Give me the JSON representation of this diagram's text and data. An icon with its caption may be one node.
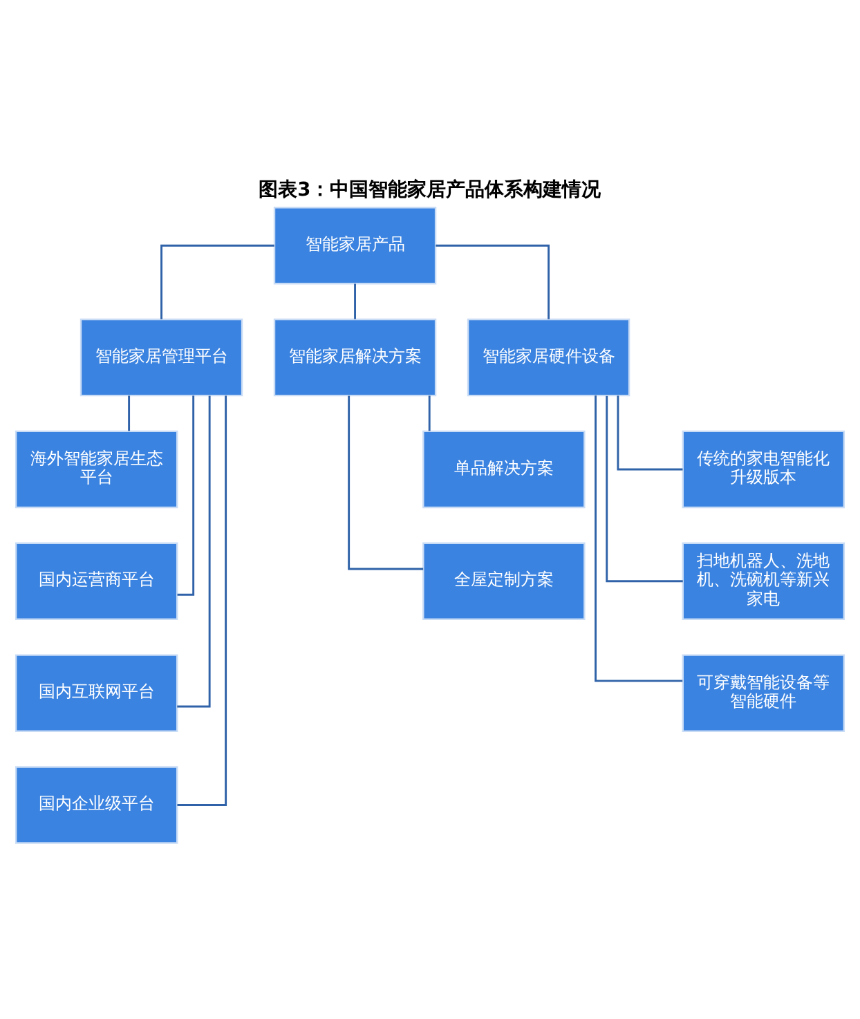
{
  "diagram": {
    "title": "图表3：中国智能家居产品体系构建情况",
    "nodes": [
      {
        "text": [
          "智能家居产品"
        ]
      },
      {
        "text": [
          "智能家居管理平台"
        ]
      },
      {
        "text": [
          "智能家居解决方案"
        ]
      },
      {
        "text": [
          "智能家居硬件设备"
        ]
      },
      {
        "text": [
          "海外智能家居生态平台"
        ]
      },
      {
        "text": [
          "国内运营商平台"
        ]
      },
      {
        "text": [
          "国内互联网平台"
        ]
      },
      {
        "text": [
          "国内企业级平台"
        ]
      },
      {
        "text": [
          "单品解决方案"
        ]
      },
      {
        "text": [
          "全屋定制方案"
        ]
      },
      {
        "text": [
          "传统的家电智能化升级版本"
        ]
      },
      {
        "text": [
          "扫地机器人、洗地机、洗碗机等新兴家电"
        ]
      },
      {
        "text": [
          "可穿戴智能设备等智能硬件"
        ]
      }
    ],
    "edges": [
      {
        "from": 0,
        "to": 1,
        "arrow": "none"
      },
      {
        "from": 0,
        "to": 2,
        "arrow": "none"
      },
      {
        "from": 0,
        "to": 3,
        "arrow": "none"
      },
      {
        "from": 1,
        "to": 4,
        "arrow": "none"
      },
      {
        "from": 1,
        "to": 5,
        "arrow": "none"
      },
      {
        "from": 1,
        "to": 6,
        "arrow": "none"
      },
      {
        "from": 1,
        "to": 7,
        "arrow": "none"
      },
      {
        "from": 2,
        "to": 8,
        "arrow": "none"
      },
      {
        "from": 2,
        "to": 9,
        "arrow": "none"
      },
      {
        "from": 3,
        "to": 10,
        "arrow": "none"
      },
      {
        "from": 3,
        "to": 11,
        "arrow": "none"
      },
      {
        "from": 3,
        "to": 12,
        "arrow": "none"
      }
    ]
  }
}
